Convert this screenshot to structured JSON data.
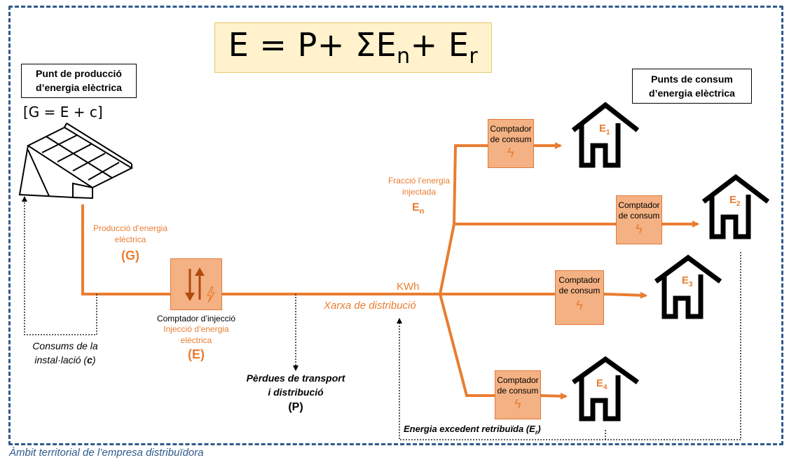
{
  "formula": {
    "base": "E = P+ ΣE",
    "sub_n": "n",
    "mid": "+ E",
    "sub_r": "r"
  },
  "generation": {
    "title_l1": "Punt de producció",
    "title_l2": "d’energia elèctrica",
    "equation": "[G = E + c]",
    "production_l1": "Producció d’energia",
    "production_l2": "elèctrica",
    "production_symbol": "(G)",
    "self_consumption_l1": "Consums de la",
    "self_consumption_l2": "instal·lació (",
    "self_consumption_symbol": "c",
    "self_consumption_close": ")"
  },
  "injection": {
    "meter_label": "Comptador d’injecció",
    "label_l1": "Injecció d’energia",
    "label_l2": "elèctrica",
    "symbol": "(E)"
  },
  "losses": {
    "l1": "Pèrdues de transport",
    "l2": "i distribució",
    "symbol": "(P)"
  },
  "grid": {
    "unit": "KWh",
    "name": "Xarxa de distribució"
  },
  "fraction": {
    "l1": "Fracció l’energia",
    "l2": "injectada",
    "symbol": "E",
    "symbol_sub": "n"
  },
  "consumption": {
    "title_l1": "Punts de consum",
    "title_l2": "d’energia elèctrica",
    "meter_l1": "Comptador",
    "meter_l2": "de consum",
    "houses": [
      {
        "label": "E",
        "sub": "1"
      },
      {
        "label": "E",
        "sub": "2"
      },
      {
        "label": "E",
        "sub": "3"
      },
      {
        "label": "E",
        "sub": "4"
      }
    ]
  },
  "surplus": {
    "text": "Energia excedent retribuïda (E",
    "sub": "r",
    "close": ")"
  },
  "footer": "Àmbit territorial de l’empresa distribuïdora",
  "colors": {
    "orange": "#e97d31",
    "meter_fill": "#f4b183",
    "frame": "#2e5a8a",
    "formula_bg": "#fff2cc"
  }
}
